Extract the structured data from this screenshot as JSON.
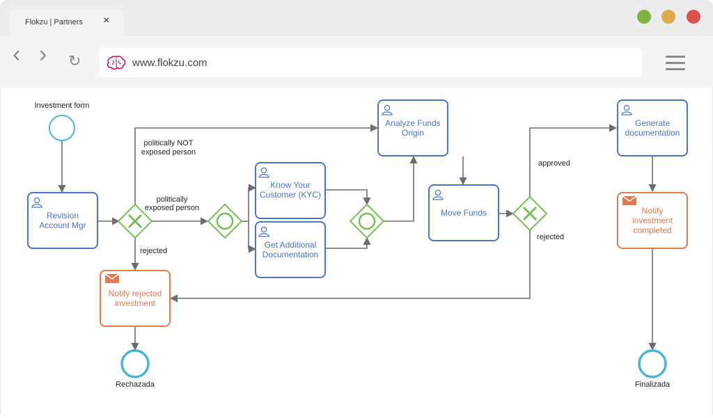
{
  "browser": {
    "tab_title": "Flokzu | Partners",
    "tab_close": "×",
    "url": "www.flokzu.com",
    "window_dots": [
      "#7cb342",
      "#e0a84b",
      "#d9534f"
    ],
    "nav_back": "‹",
    "nav_forward": "›",
    "nav_reload": "↻"
  },
  "diagram": {
    "start_event": "Investment form",
    "end_rejected": "Rechazada",
    "end_finished": "Finalizada",
    "tasks": {
      "revision": [
        "Revision",
        "Account Mgr"
      ],
      "analyze": [
        "Analyze Funds",
        "Origin"
      ],
      "kyc": [
        "Know Your",
        "Customer (KYC)"
      ],
      "additional": [
        "Get Additional",
        "Documentation"
      ],
      "move": [
        "Move Funds"
      ],
      "generate": [
        "Generate",
        "documentation"
      ],
      "notify_rejected": [
        "Notify rejected",
        "investment"
      ],
      "notify_completed": [
        "Notify",
        "investment",
        "completed"
      ]
    },
    "flow_labels": {
      "not_exposed": [
        "politically NOT",
        "exposed person"
      ],
      "exposed": [
        "politically",
        "exposed person"
      ],
      "rejected_1": "rejected",
      "approved": "approved",
      "rejected_2": "rejected"
    },
    "colors": {
      "user_task": "#4a74c5",
      "message_task": "#e07a55",
      "gateway": "#79bb58",
      "event": "#4ab3cf",
      "flow": "#6d6d6d"
    }
  }
}
